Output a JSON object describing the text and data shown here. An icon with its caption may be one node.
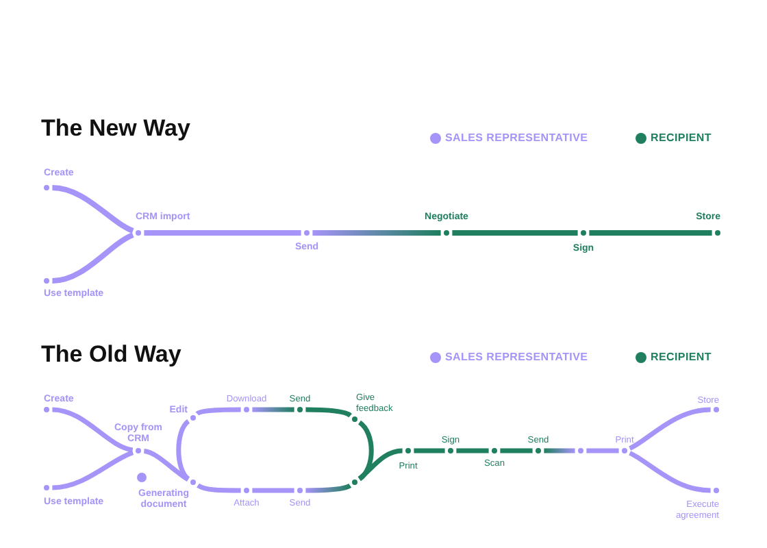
{
  "diagram": {
    "nodes": [
      {
        "text": [
          "Create"
        ]
      },
      {
        "text": [
          "Use template"
        ]
      },
      {
        "text": [
          "CRM import"
        ]
      },
      {
        "text": [
          "Send"
        ]
      },
      {
        "text": [
          "Negotiate"
        ]
      },
      {
        "text": [
          "Sign"
        ]
      },
      {
        "text": [
          "Store"
        ]
      },
      {
        "text": [
          "Create"
        ]
      },
      {
        "text": [
          "Use template"
        ]
      },
      {
        "text": [
          "Copy from CRM"
        ]
      },
      {
        "text": [
          "Generating document"
        ]
      },
      {
        "text": [],
        "shape": "circle"
      },
      {
        "text": [
          "Edit"
        ]
      },
      {
        "text": [
          "Download"
        ]
      },
      {
        "text": [
          "Send"
        ]
      },
      {
        "text": [
          "Give feedback"
        ]
      },
      {
        "text": [
          "Attach"
        ]
      },
      {
        "text": [
          "Send"
        ]
      },
      {
        "text": [],
        "shape": "circle"
      },
      {
        "text": [
          "Print"
        ]
      },
      {
        "text": [
          "Sign"
        ]
      },
      {
        "text": [
          "Scan"
        ]
      },
      {
        "text": [
          "Send"
        ]
      },
      {
        "text": [],
        "shape": "circle"
      },
      {
        "text": [
          "Print"
        ]
      },
      {
        "text": [
          "Store"
        ]
      },
      {
        "text": [
          "Execute agreement"
        ]
      }
    ],
    "edges": [
      {
        "from": 0,
        "to": 2,
        "arrow": "none"
      },
      {
        "from": 1,
        "to": 2,
        "arrow": "none"
      },
      {
        "from": 2,
        "to": 3,
        "arrow": "none"
      },
      {
        "from": 3,
        "to": 4,
        "arrow": "none",
        "color": "#1f7f5e"
      },
      {
        "from": 4,
        "to": 5,
        "arrow": "none",
        "color": "#1f7f5e"
      },
      {
        "from": 5,
        "to": 6,
        "arrow": "none",
        "color": "#1f7f5e"
      },
      {
        "from": 7,
        "to": 9,
        "arrow": "none"
      },
      {
        "from": 8,
        "to": 9,
        "arrow": "none"
      },
      {
        "from": 9,
        "to": 11,
        "arrow": "none"
      },
      {
        "from": 11,
        "to": 12,
        "arrow": "none"
      },
      {
        "from": 12,
        "to": 13,
        "arrow": "none"
      },
      {
        "from": 13,
        "to": 14,
        "arrow": "none",
        "color": "#1f7f5e"
      },
      {
        "from": 14,
        "to": 15,
        "arrow": "none",
        "color": "#1f7f5e"
      },
      {
        "from": 15,
        "to": 18,
        "arrow": "none",
        "color": "#1f7f5e"
      },
      {
        "from": 11,
        "to": 16,
        "arrow": "none"
      },
      {
        "from": 16,
        "to": 17,
        "arrow": "none"
      },
      {
        "from": 17,
        "to": 18,
        "arrow": "none",
        "color": "#1f7f5e"
      },
      {
        "from": 18,
        "to": 19,
        "arrow": "none",
        "color": "#1f7f5e"
      },
      {
        "from": 19,
        "to": 20,
        "arrow": "none",
        "color": "#1f7f5e"
      },
      {
        "from": 20,
        "to": 21,
        "arrow": "none",
        "color": "#1f7f5e"
      },
      {
        "from": 21,
        "to": 22,
        "arrow": "none",
        "color": "#1f7f5e"
      },
      {
        "from": 22,
        "to": 23,
        "arrow": "none"
      },
      {
        "from": 23,
        "to": 24,
        "arrow": "none"
      },
      {
        "from": 24,
        "to": 25,
        "arrow": "none"
      },
      {
        "from": 24,
        "to": 26,
        "arrow": "none"
      }
    ],
    "labels": [
      "The New Way",
      "The Old Way"
    ],
    "legend": [
      {
        "text": "SALES REPRESENTATIVE",
        "color": "#a694f8"
      },
      {
        "text": "RECIPIENT",
        "color": "#1f7f5e"
      },
      {
        "text": "SALES REPRESENTATIVE",
        "color": "#a694f8"
      },
      {
        "text": "RECIPIENT",
        "color": "#1f7f5e"
      }
    ]
  }
}
